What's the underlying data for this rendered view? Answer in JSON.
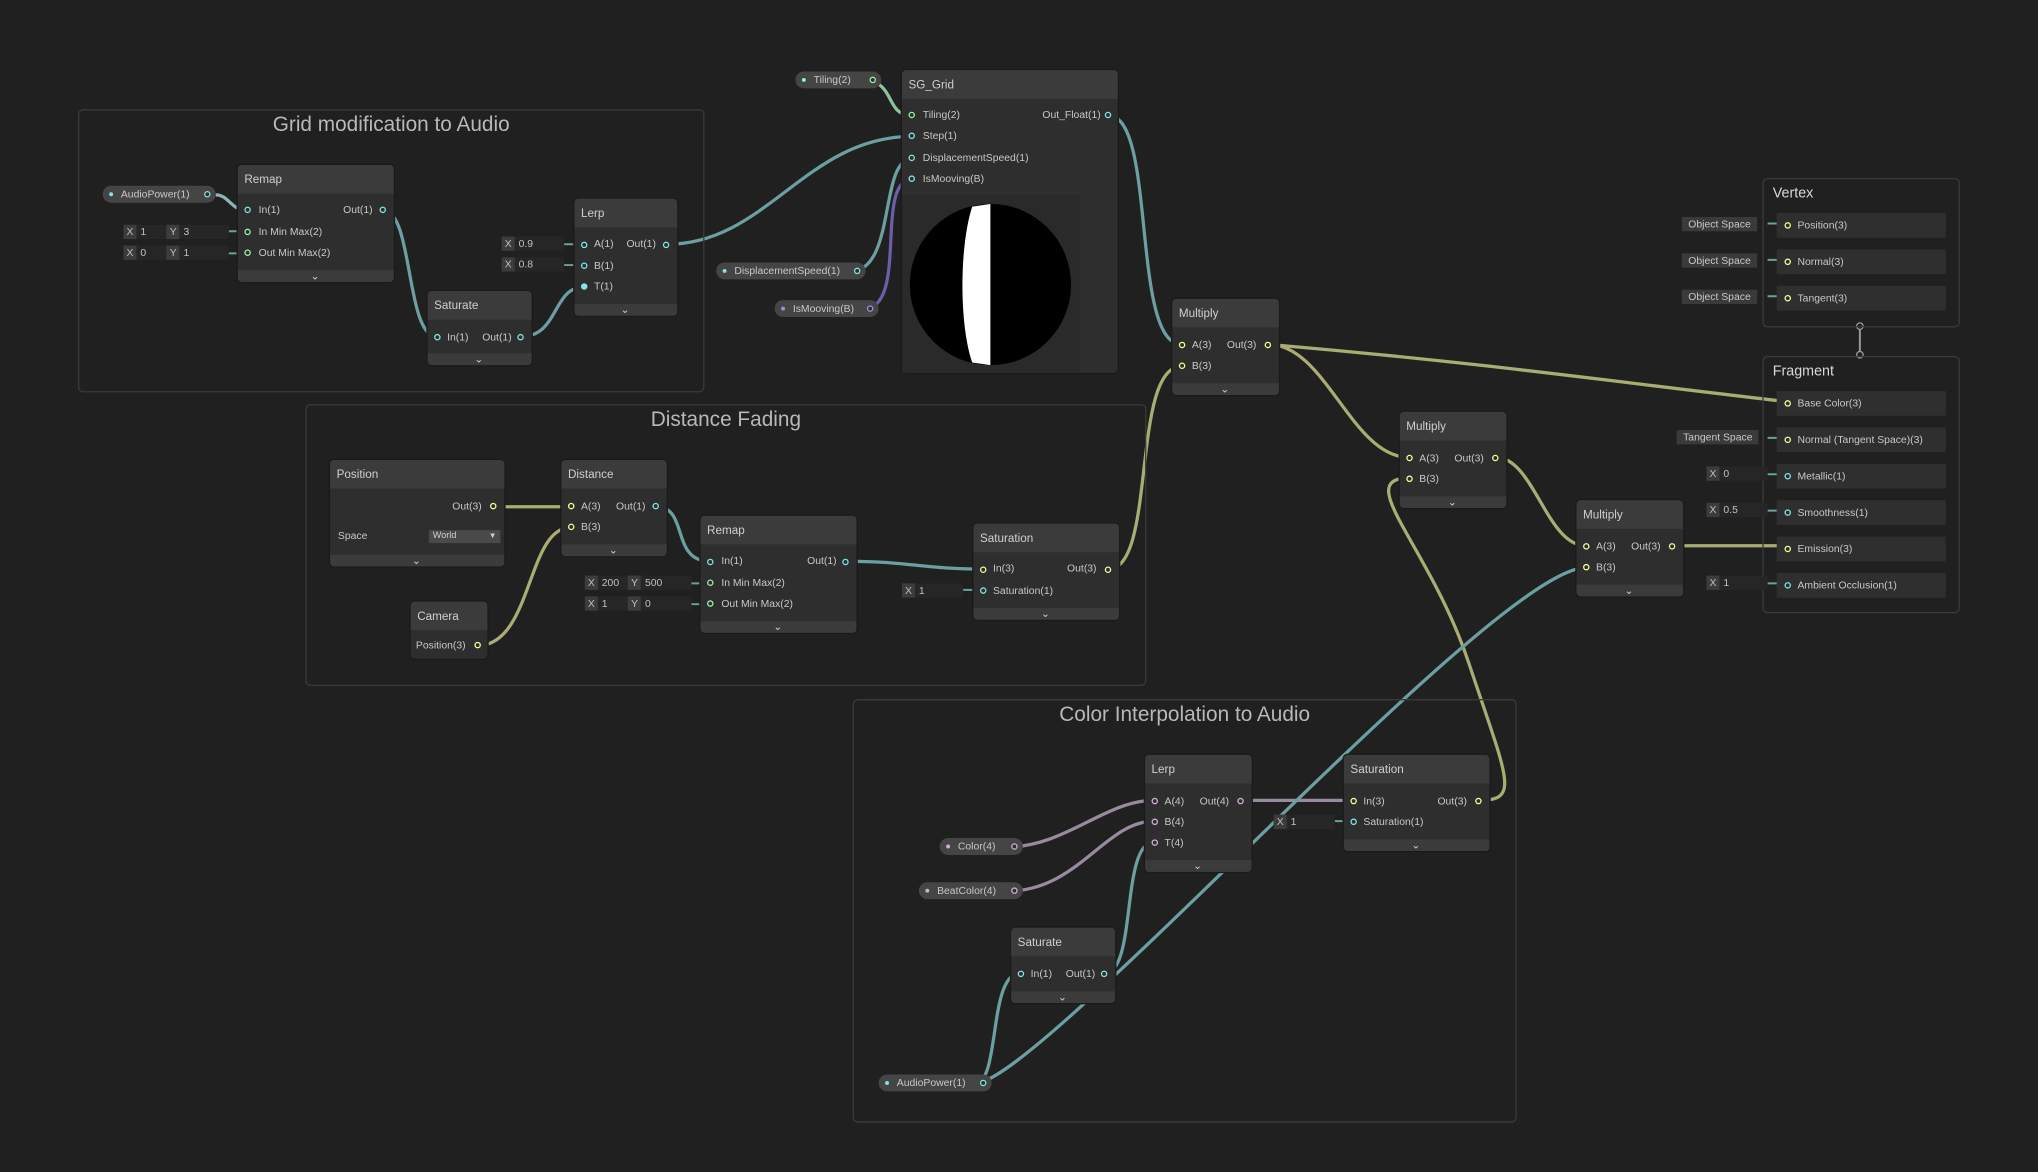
{
  "groups": {
    "grid": "Grid modification to Audio",
    "distance": "Distance Fading",
    "color": "Color Interpolation to Audio"
  },
  "properties": {
    "tiling": "Tiling(2)",
    "audio_power": "AudioPower(1)",
    "displacement_speed": "DisplacementSpeed(1)",
    "is_mooving": "IsMooving(B)",
    "color": "Color(4)",
    "beat_color": "BeatColor(4)"
  },
  "remap1": {
    "title": "Remap",
    "in": "In(1)",
    "out": "Out(1)",
    "in_min_max": "In Min Max(2)",
    "out_min_max": "Out Min Max(2)",
    "in_x": "1",
    "in_y": "3",
    "out_x": "0",
    "out_y": "1"
  },
  "saturate1": {
    "title": "Saturate",
    "in": "In(1)",
    "out": "Out(1)"
  },
  "lerp1": {
    "title": "Lerp",
    "a": "A(1)",
    "b": "B(1)",
    "t": "T(1)",
    "out": "Out(1)",
    "a_x": "0.9",
    "b_x": "0.8"
  },
  "sg_grid": {
    "title": "SG_Grid",
    "tiling": "Tiling(2)",
    "step": "Step(1)",
    "disp": "DisplacementSpeed(1)",
    "mooving": "IsMooving(B)",
    "out": "Out_Float(1)"
  },
  "position": {
    "title": "Position",
    "out": "Out(3)",
    "space_label": "Space",
    "space_value": "World"
  },
  "camera": {
    "title": "Camera",
    "out": "Position(3)"
  },
  "distance": {
    "title": "Distance",
    "a": "A(3)",
    "b": "B(3)",
    "out": "Out(1)"
  },
  "remap2": {
    "title": "Remap",
    "in": "In(1)",
    "out": "Out(1)",
    "in_min_max": "In Min Max(2)",
    "out_min_max": "Out Min Max(2)",
    "in_x": "200",
    "in_y": "500",
    "out_x": "1",
    "out_y": "0"
  },
  "saturation1": {
    "title": "Saturation",
    "in": "In(3)",
    "sat": "Saturation(1)",
    "out": "Out(3)",
    "sat_x": "1"
  },
  "multiply1": {
    "title": "Multiply",
    "a": "A(3)",
    "b": "B(3)",
    "out": "Out(3)"
  },
  "multiply2": {
    "title": "Multiply",
    "a": "A(3)",
    "b": "B(3)",
    "out": "Out(3)"
  },
  "multiply3": {
    "title": "Multiply",
    "a": "A(3)",
    "b": "B(3)",
    "out": "Out(3)"
  },
  "lerp2": {
    "title": "Lerp",
    "a": "A(4)",
    "b": "B(4)",
    "t": "T(4)",
    "out": "Out(4)"
  },
  "saturation2": {
    "title": "Saturation",
    "in": "In(3)",
    "sat": "Saturation(1)",
    "out": "Out(3)",
    "sat_x": "1"
  },
  "saturate2": {
    "title": "Saturate",
    "in": "In(1)",
    "out": "Out(1)"
  },
  "vertex": {
    "title": "Vertex",
    "position": "Position(3)",
    "normal": "Normal(3)",
    "tangent": "Tangent(3)",
    "space": "Object Space"
  },
  "fragment": {
    "title": "Fragment",
    "base_color": "Base Color(3)",
    "normal": "Normal (Tangent Space)(3)",
    "metallic": "Metallic(1)",
    "smoothness": "Smoothness(1)",
    "emission": "Emission(3)",
    "ao": "Ambient Occlusion(1)",
    "tangent_space": "Tangent Space",
    "metallic_x": "0",
    "smoothness_x": "0.5",
    "ao_x": "1"
  },
  "axis": {
    "x": "X",
    "y": "Y"
  },
  "colors": {
    "background": "#202020",
    "float_port": "#84e4e7",
    "vector3_port": "#f6ff9a",
    "vector4_port": "#d4aed8",
    "bool_port": "#9c8fe6",
    "vector2_port": "#9cf3a9"
  },
  "icons": {
    "expand": "chevron-down-icon",
    "dropdown": "triangle-down-icon"
  }
}
